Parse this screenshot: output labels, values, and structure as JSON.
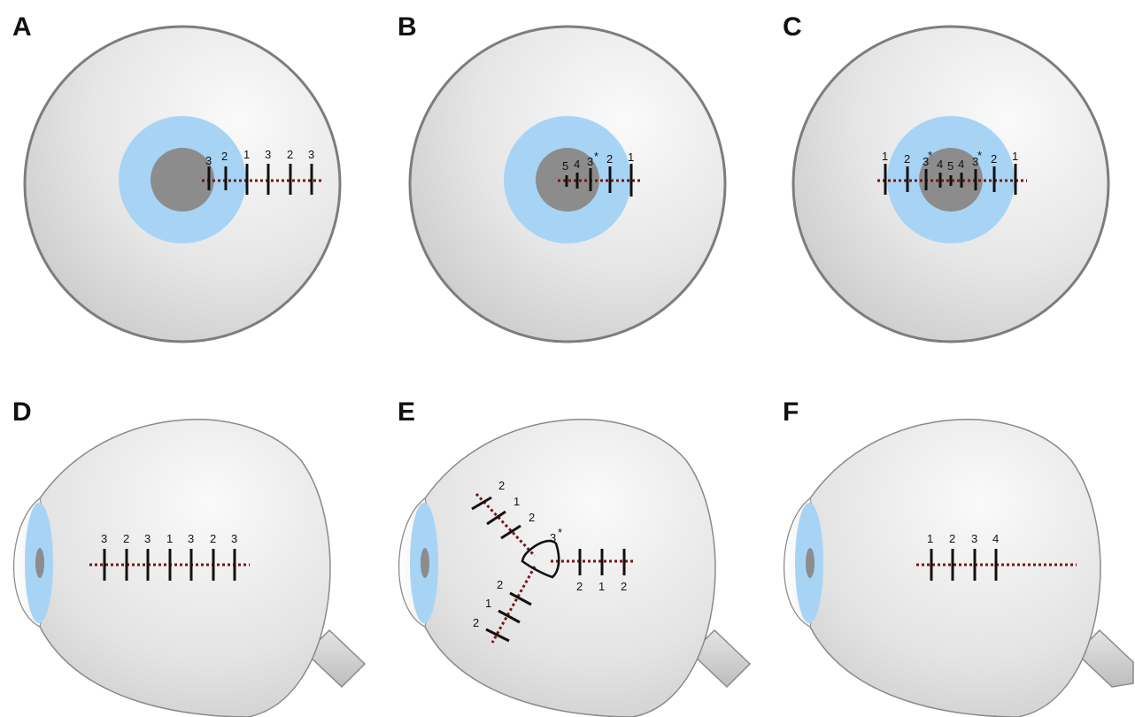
{
  "panels": [
    {
      "letter": "A",
      "view": "front",
      "marks": [
        {
          "label": "3",
          "star": false
        },
        {
          "label": "2",
          "star": false
        },
        {
          "label": "1",
          "star": false
        },
        {
          "label": "3",
          "star": false
        },
        {
          "label": "2",
          "star": false
        },
        {
          "label": "3",
          "star": false
        }
      ]
    },
    {
      "letter": "B",
      "view": "front",
      "marks": [
        {
          "label": "5",
          "star": false
        },
        {
          "label": "4",
          "star": false
        },
        {
          "label": "3",
          "star": true
        },
        {
          "label": "2",
          "star": false
        },
        {
          "label": "1",
          "star": false
        }
      ]
    },
    {
      "letter": "C",
      "view": "front",
      "marks": [
        {
          "label": "1",
          "star": false
        },
        {
          "label": "2",
          "star": false
        },
        {
          "label": "3",
          "star": true
        },
        {
          "label": "4",
          "star": false
        },
        {
          "label": "5",
          "star": false
        },
        {
          "label": "4",
          "star": false
        },
        {
          "label": "3",
          "star": true
        },
        {
          "label": "2",
          "star": false
        },
        {
          "label": "1",
          "star": false
        }
      ]
    },
    {
      "letter": "D",
      "view": "side",
      "marks": [
        {
          "label": "3",
          "star": false
        },
        {
          "label": "2",
          "star": false
        },
        {
          "label": "3",
          "star": false
        },
        {
          "label": "1",
          "star": false
        },
        {
          "label": "3",
          "star": false
        },
        {
          "label": "2",
          "star": false
        },
        {
          "label": "3",
          "star": false
        }
      ]
    },
    {
      "letter": "E",
      "view": "side",
      "center": {
        "label": "3",
        "star": true
      },
      "branches": [
        {
          "marks": [
            "2",
            "1",
            "2"
          ]
        },
        {
          "marks": [
            "2",
            "1",
            "2"
          ]
        },
        {
          "marks": [
            "2",
            "1",
            "2"
          ]
        }
      ]
    },
    {
      "letter": "F",
      "view": "side",
      "marks": [
        {
          "label": "1",
          "star": false
        },
        {
          "label": "2",
          "star": false
        },
        {
          "label": "3",
          "star": false
        },
        {
          "label": "4",
          "star": false
        }
      ]
    }
  ],
  "star_symbol": "*",
  "colors": {
    "sclera_light": "#f6f6f6",
    "sclera_dark": "#cfcfcf",
    "sclera_outline": "#7d7d7d",
    "iris": "#a7d4f5",
    "pupil": "#8c8c8c",
    "track": "#7a1414",
    "tick": "#111111"
  }
}
